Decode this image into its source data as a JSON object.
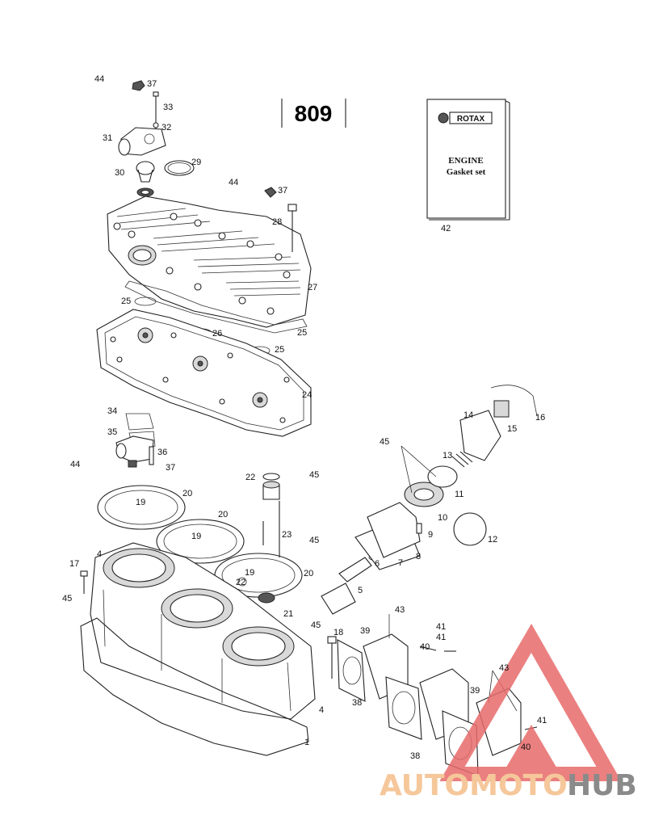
{
  "diagram": {
    "model_code": "809",
    "gasket_book": {
      "brand": "ROTAX",
      "line1": "ENGINE",
      "line2": "Gasket set"
    }
  },
  "callouts": [
    "44",
    "37",
    "33",
    "32",
    "31",
    "29",
    "30",
    "44",
    "37",
    "28",
    "27",
    "25",
    "26",
    "25",
    "25",
    "24",
    "34",
    "35",
    "36",
    "44",
    "37",
    "22",
    "45",
    "20",
    "19",
    "20",
    "19",
    "23",
    "45",
    "20",
    "19",
    "22",
    "21",
    "17",
    "4",
    "45",
    "45",
    "18",
    "39",
    "43",
    "41",
    "40",
    "41",
    "38",
    "43",
    "39",
    "4",
    "1",
    "38",
    "40",
    "41",
    "45",
    "16",
    "14",
    "15",
    "13",
    "11",
    "10",
    "12",
    "9",
    "8",
    "6",
    "7",
    "5",
    "42"
  ],
  "watermark": {
    "part1": "AUTOMOTO",
    "part2": "HUB",
    "color1": "#f5c79a",
    "color2": "#8a8a8a",
    "logo_color": "#e86a6a"
  }
}
